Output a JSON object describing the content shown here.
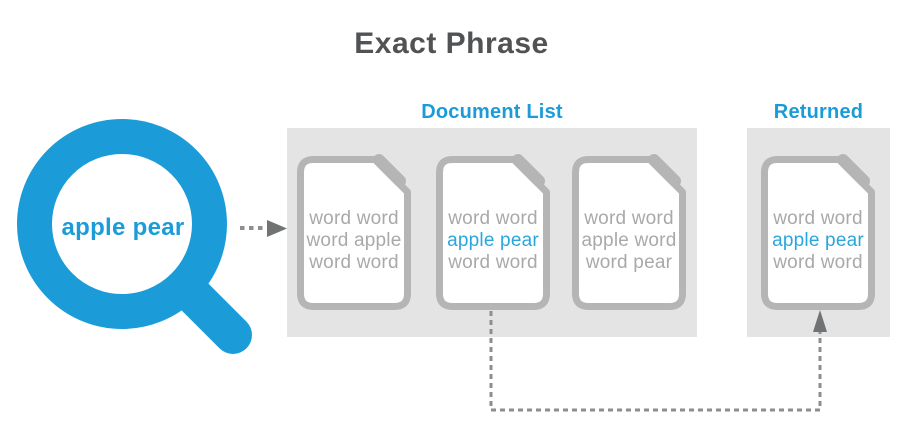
{
  "title": "Exact Phrase",
  "search": {
    "query": "apple pear"
  },
  "document_list": {
    "label": "Document List",
    "documents": [
      {
        "lines": [
          {
            "text": "word word",
            "highlight": false
          },
          {
            "text": "word apple",
            "highlight": false
          },
          {
            "text": "word word",
            "highlight": false
          }
        ]
      },
      {
        "lines": [
          {
            "text": "word word",
            "highlight": false
          },
          {
            "text": "apple pear",
            "highlight": true
          },
          {
            "text": "word word",
            "highlight": false
          }
        ]
      },
      {
        "lines": [
          {
            "text": "word word",
            "highlight": false
          },
          {
            "text": "apple word",
            "highlight": false
          },
          {
            "text": "word pear",
            "highlight": false
          }
        ]
      }
    ]
  },
  "returned": {
    "label": "Returned",
    "documents": [
      {
        "lines": [
          {
            "text": "word word",
            "highlight": false
          },
          {
            "text": "apple pear",
            "highlight": true
          },
          {
            "text": "word word",
            "highlight": false
          }
        ]
      }
    ]
  },
  "icons": {
    "magnifier": "magnifier-lens-with-handle",
    "query_arrow": "dotted-right-arrow",
    "match_arrow": "dashed-elbow-up-arrow"
  },
  "colors": {
    "brand-blue": "#1b9cd8",
    "highlight-blue": "#29a6de",
    "title-gray": "#505254",
    "arrow-gray": "#8e8e90",
    "arrowhead-gray": "#707274",
    "box-gray": "#e4e4e4",
    "doc-border-gray": "#b5b5b5",
    "doc-text-gray": "#a9a9ab"
  }
}
